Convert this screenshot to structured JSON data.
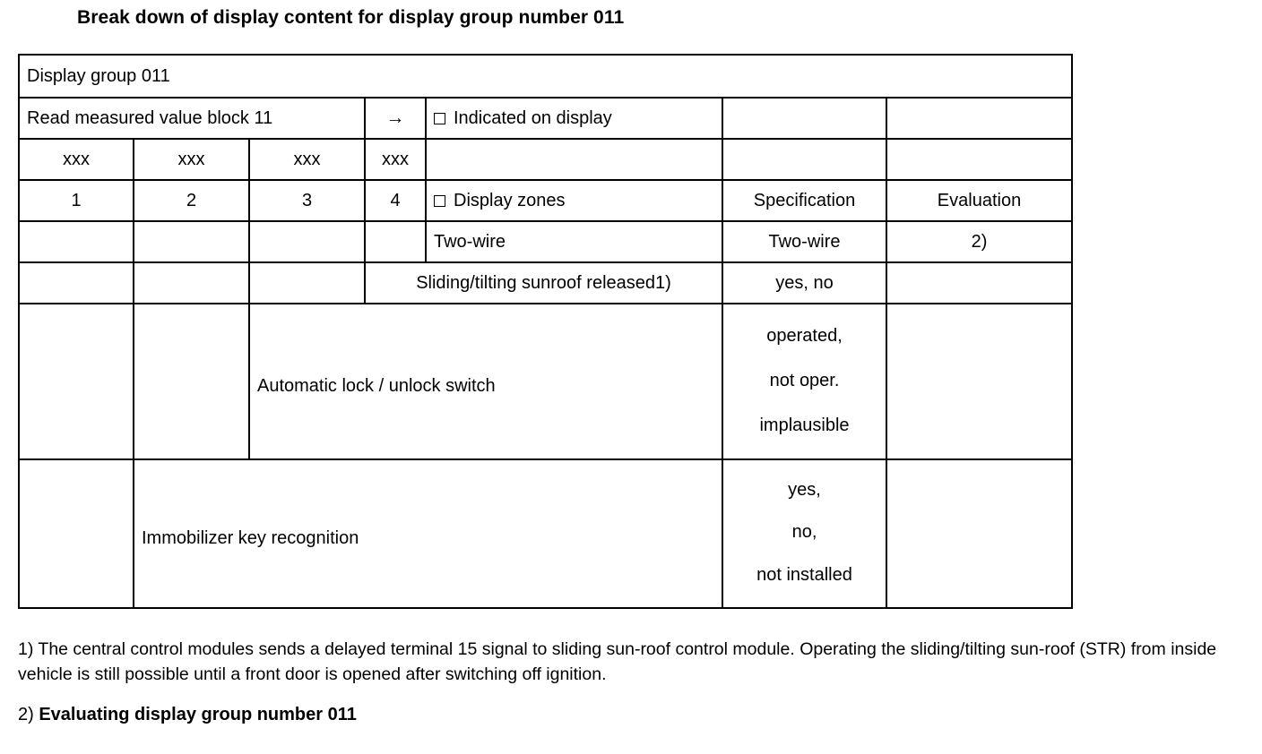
{
  "title": "Break down of display content for display group number 011",
  "table": {
    "group_header": "Display group 011",
    "read_block": {
      "label": "Read measured value block 11",
      "arrow": "→",
      "indicated_on_display": "Indicated on display"
    },
    "channel_placeholders": [
      "xxx",
      "xxx",
      "xxx",
      "xxx"
    ],
    "channel_numbers": [
      "1",
      "2",
      "3",
      "4"
    ],
    "display_zones_label": "Display zones",
    "headers": {
      "specification": "Specification",
      "evaluation": "Evaluation"
    },
    "rows": [
      {
        "zone": "Two-wire",
        "specification": "Two-wire",
        "evaluation": "2)"
      },
      {
        "zone": "Sliding/tilting sunroof released1)",
        "specification": "yes, no",
        "evaluation": ""
      },
      {
        "zone": "Automatic lock / unlock switch",
        "specification_lines": [
          "operated,",
          "not oper.",
          "implausible"
        ],
        "evaluation": ""
      },
      {
        "zone": "Immobilizer key recognition",
        "specification_lines": [
          "yes,",
          "no,",
          "not installed"
        ],
        "evaluation": ""
      }
    ]
  },
  "footnotes": {
    "note1": "1) The central control modules sends a delayed terminal 15 signal to sliding sun-roof control module. Operating the sliding/tilting sun-roof (STR) from inside vehicle is still possible until a front door is opened after switching off ignition.",
    "note2_number": "2) ",
    "note2_text": "Evaluating display group number 011"
  },
  "colors": {
    "background": "#ffffff",
    "text": "#000000",
    "border": "#000000"
  }
}
